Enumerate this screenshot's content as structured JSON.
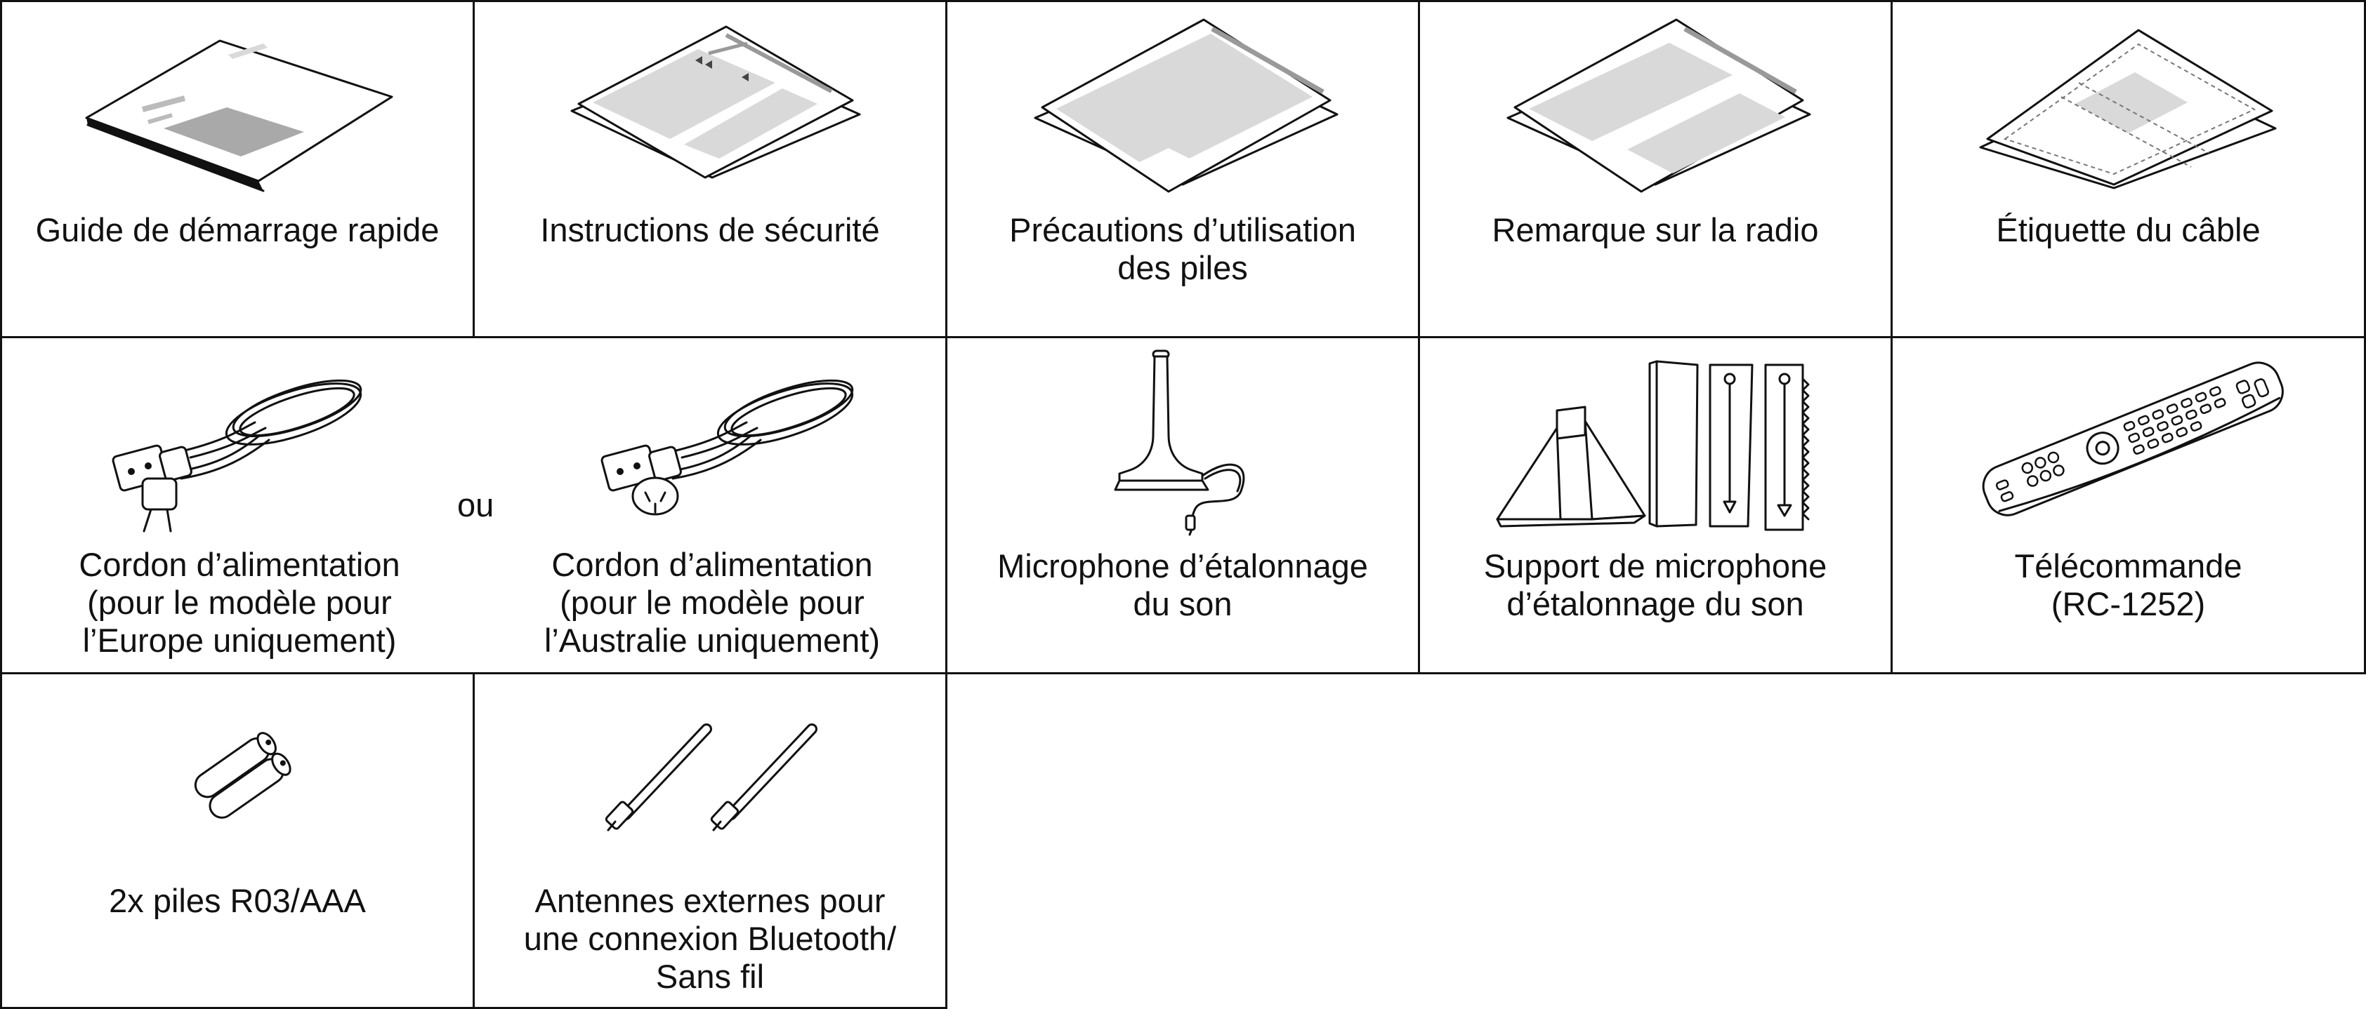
{
  "title": "Accessoires",
  "items": [
    {
      "label": "Guide de démarrage rapide",
      "icon": "quick-start-guide-icon"
    },
    {
      "label": "Instructions de sécurité",
      "icon": "safety-instructions-icon"
    },
    {
      "label": "Précautions d’utilisation\ndes piles",
      "icon": "battery-precautions-icon"
    },
    {
      "label": "Remarque sur la radio",
      "icon": "radio-notice-icon"
    },
    {
      "label": "Étiquette du câble",
      "icon": "cable-label-icon"
    },
    {
      "label": "Cordon d’alimentation\n(pour le modèle pour\nl’Europe uniquement)",
      "icon": "power-cord-eu-icon"
    },
    {
      "label": "Cordon d’alimentation\n(pour le modèle pour\nl’Australie uniquement)",
      "icon": "power-cord-au-icon"
    },
    {
      "label": "Microphone d’étalonnage\ndu son",
      "icon": "calibration-microphone-icon"
    },
    {
      "label": "Support de microphone\nd’étalonnage du son",
      "icon": "microphone-stand-icon"
    },
    {
      "label": "Télécommande\n(RC-1252)",
      "icon": "remote-control-icon"
    },
    {
      "label": "2x piles R03/AAA",
      "icon": "batteries-icon"
    },
    {
      "label": "Antennes externes pour\nune connexion Bluetooth/\nSans fil",
      "icon": "antenna-icon"
    }
  ],
  "separator": "ou"
}
